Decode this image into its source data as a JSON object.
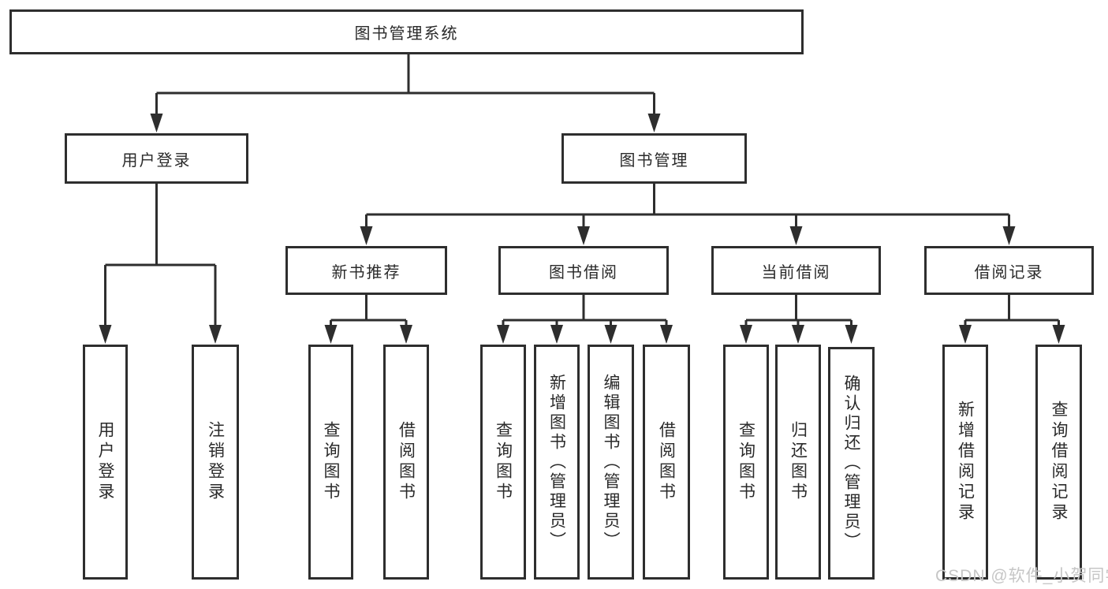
{
  "diagram": {
    "root": {
      "label": "图书管理系统"
    },
    "level2": {
      "user_login": {
        "label": "用户登录"
      },
      "book_management": {
        "label": "图书管理"
      }
    },
    "level3": {
      "new_book_recommend": {
        "label": "新书推荐"
      },
      "book_borrowing": {
        "label": "图书借阅"
      },
      "current_borrowing": {
        "label": "当前借阅"
      },
      "borrowing_records": {
        "label": "借阅记录"
      }
    },
    "leaves": {
      "user_login": {
        "label": "用户登录"
      },
      "logout": {
        "label": "注销登录"
      },
      "rec_query_books": {
        "label": "查询图书"
      },
      "rec_borrow_books": {
        "label": "借阅图书"
      },
      "bb_query_books": {
        "label": "查询图书"
      },
      "bb_add_books": {
        "label": "新增图书（管理员）"
      },
      "bb_edit_books": {
        "label": "编辑图书（管理员）"
      },
      "bb_borrow_books": {
        "label": "借阅图书"
      },
      "cb_query_books": {
        "label": "查询图书"
      },
      "cb_return_books": {
        "label": "归还图书"
      },
      "cb_confirm_return": {
        "label": "确认归还（管理员）"
      },
      "br_add_record": {
        "label": "新增借阅记录"
      },
      "br_query_record": {
        "label": "查询借阅记录"
      }
    }
  },
  "watermark": {
    "text": "CSDN @软件_小贺同学"
  },
  "colors": {
    "line": "#2e2e2e",
    "text": "#2a2a2a",
    "background": "#ffffff",
    "watermark": "#c6c6c6"
  }
}
